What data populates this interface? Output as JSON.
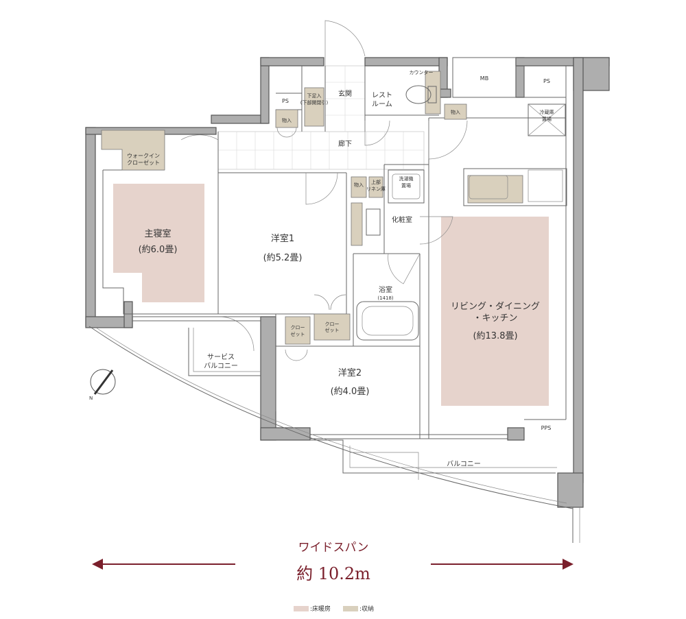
{
  "rooms": {
    "master_bedroom": {
      "name": "主寝室",
      "size": "(約6.0畳)"
    },
    "western_room_1": {
      "name": "洋室1",
      "size": "(約5.2畳)"
    },
    "western_room_2": {
      "name": "洋室2",
      "size": "(約4.0畳)"
    },
    "ldk": {
      "name_line1": "リビング・ダイニング",
      "name_line2": "・キッチン",
      "size": "(約13.8畳)"
    },
    "entrance": "玄関",
    "hallway": "廊下",
    "restroom_line1": "レスト",
    "restroom_line2": "ルーム",
    "powder_room": "化粧室",
    "bathroom": "浴室",
    "bath_size": "(1418)",
    "service_balcony_line1": "サービス",
    "service_balcony_line2": "バルコニー",
    "balcony": "バルコニー"
  },
  "storage": {
    "walk_in_line1": "ウォークイン",
    "walk_in_line2": "クローゼット",
    "closet_line1": "クロー",
    "closet_line2": "ゼット",
    "closet2_line1": "クロー",
    "closet2_line2": "ゼット",
    "storage_ps_left": "物入",
    "storage_right": "物入",
    "storage_center": "物入",
    "shoe_line1": "下足入",
    "shoe_line2": "(下部開閉引)",
    "upper_storage_line1": "上部",
    "upper_storage_line2": "リネン庫",
    "counter": "カウンター",
    "washer_line1": "洗濯機",
    "washer_line2": "置場",
    "fridge_line1": "冷蔵庫",
    "fridge_line2": "置場"
  },
  "shafts": {
    "ps_left": "PS",
    "ps_right": "PS",
    "mb": "MB",
    "pps": "PPS"
  },
  "compass": {
    "north": "N"
  },
  "dimension": {
    "title": "ワイドスパン",
    "value": "約 10.2m",
    "color": "#7a1f2b"
  },
  "legend": {
    "heated_label": ":床暖房",
    "heated_color": "#e6d3cc",
    "storage_label": ":収納",
    "storage_color": "#d9d0bd"
  }
}
